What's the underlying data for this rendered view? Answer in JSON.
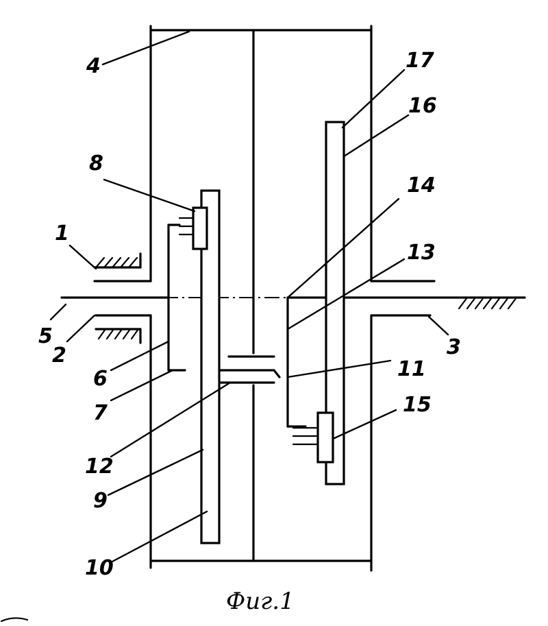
{
  "figure": {
    "caption": "Фиг.1",
    "labels": {
      "l1": "1",
      "l2": "2",
      "l3": "3",
      "l4": "4",
      "l5": "5",
      "l6": "6",
      "l7": "7",
      "l8": "8",
      "l9": "9",
      "l10": "10",
      "l11": "11",
      "l12": "12",
      "l13": "13",
      "l14": "14",
      "l15": "15",
      "l16": "16",
      "l17": "17"
    }
  }
}
